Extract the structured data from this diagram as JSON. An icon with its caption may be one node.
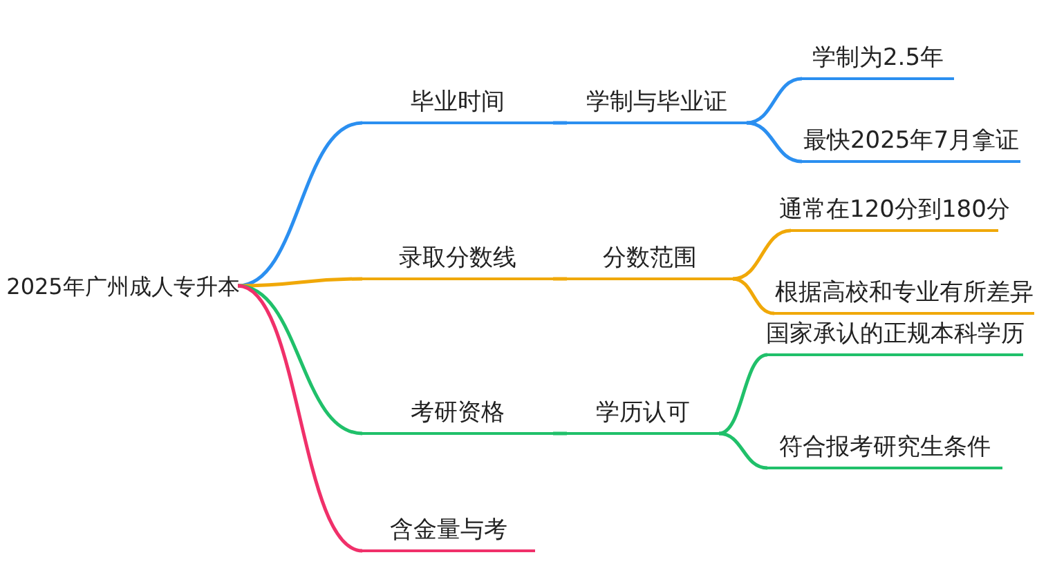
{
  "diagram": {
    "nodes": [
      {
        "text": [
          "2025年广州成人专升本"
        ]
      },
      {
        "text": [
          "毕业时间"
        ]
      },
      {
        "text": [
          "学制与毕业证"
        ]
      },
      {
        "text": [
          "学制为2.5年"
        ]
      },
      {
        "text": [
          "最快2025年7月拿证"
        ]
      },
      {
        "text": [
          "录取分数线"
        ]
      },
      {
        "text": [
          "分数范围"
        ]
      },
      {
        "text": [
          "通常在120分到180分"
        ]
      },
      {
        "text": [
          "根据高校和专业有所差异"
        ]
      },
      {
        "text": [
          "考研资格"
        ]
      },
      {
        "text": [
          "学历认可"
        ]
      },
      {
        "text": [
          "国家承认的正规本科学历"
        ]
      },
      {
        "text": [
          "符合报考研究生条件"
        ]
      },
      {
        "text": [
          "含金量与考"
        ]
      }
    ],
    "edges": [
      {
        "from": 0,
        "to": 1,
        "arrow": "none",
        "color": "#2b8ff0"
      },
      {
        "from": 1,
        "to": 2,
        "arrow": "none",
        "color": "#2b8ff0"
      },
      {
        "from": 2,
        "to": 3,
        "arrow": "none",
        "color": "#2b8ff0"
      },
      {
        "from": 2,
        "to": 4,
        "arrow": "none",
        "color": "#2b8ff0"
      },
      {
        "from": 0,
        "to": 5,
        "arrow": "none",
        "color": "#f0a808"
      },
      {
        "from": 5,
        "to": 6,
        "arrow": "none",
        "color": "#f0a808"
      },
      {
        "from": 6,
        "to": 7,
        "arrow": "none",
        "color": "#f0a808"
      },
      {
        "from": 6,
        "to": 8,
        "arrow": "none",
        "color": "#f0a808"
      },
      {
        "from": 0,
        "to": 9,
        "arrow": "none",
        "color": "#20c06a"
      },
      {
        "from": 9,
        "to": 10,
        "arrow": "none",
        "color": "#20c06a"
      },
      {
        "from": 10,
        "to": 11,
        "arrow": "none",
        "color": "#20c06a"
      },
      {
        "from": 10,
        "to": 12,
        "arrow": "none",
        "color": "#20c06a"
      },
      {
        "from": 0,
        "to": 13,
        "arrow": "none",
        "color": "#f0306a"
      }
    ]
  }
}
